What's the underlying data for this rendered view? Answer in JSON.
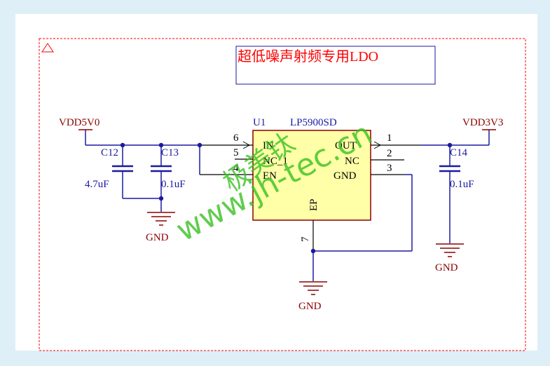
{
  "title": "超低噪声射频专用LDO",
  "colors": {
    "wire": "#1a1aa0",
    "net": "#8b0000",
    "ic_fill": "#ffffa8",
    "ic_stroke": "#8b0000",
    "title_text": "#ff0000",
    "border_dash": "#ff0000",
    "watermark": "#38c020"
  },
  "ic": {
    "ref": "U1",
    "part": "LP5900SD",
    "pins_left": [
      {
        "num": "6",
        "name": "IN"
      },
      {
        "num": "5",
        "name": "NC_1"
      },
      {
        "num": "4",
        "name": "EN"
      }
    ],
    "pins_right": [
      {
        "num": "1",
        "name": "OUT"
      },
      {
        "num": "2",
        "name": "NC"
      },
      {
        "num": "3",
        "name": "GND"
      }
    ],
    "pin_bottom": {
      "num": "7",
      "name": "EP"
    }
  },
  "nets": {
    "vin": "VDD5V0",
    "vout": "VDD3V3",
    "gnd": "GND"
  },
  "caps": [
    {
      "ref": "C12",
      "value": "4.7uF"
    },
    {
      "ref": "C13",
      "value": "0.1uF"
    },
    {
      "ref": "C14",
      "value": "0.1uF"
    }
  ],
  "watermark": {
    "cn": "极美钛",
    "url": "www.jh-tec.cn"
  }
}
